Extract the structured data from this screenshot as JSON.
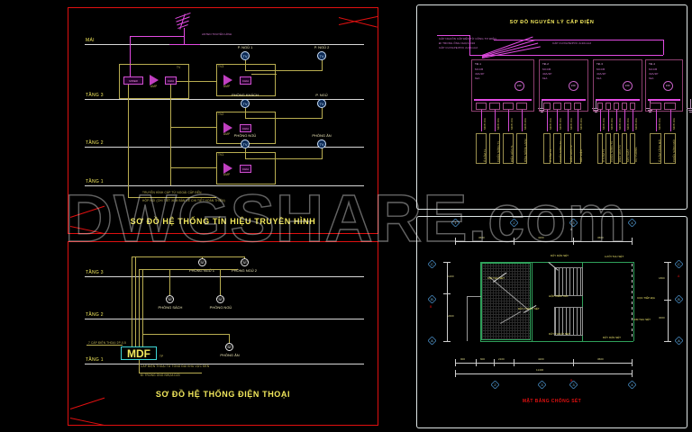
{
  "app": {
    "background": "#000000",
    "watermark": "DWGSHARE.com"
  },
  "colors": {
    "frame_red": "#e01010",
    "frame_white": "#dfe6e6",
    "title_yellow": "#f2e85c",
    "wire_yellow": "#b9ad51",
    "wire_magenta": "#e24ae2",
    "wire_green": "#2fa05a",
    "node_blue": "#bfe0ff",
    "mdf_cyan": "#3fd7d7",
    "plan_red": "#e01010"
  },
  "panels": {
    "tv": {
      "title": "SƠ ĐỒ HỆ THỐNG TÍN HIỆU TRUYỀN HÌNH",
      "floors": [
        "MÁI",
        "TẦNG 3",
        "TẦNG 2",
        "TẦNG 1"
      ],
      "antenna_label": "ANTEN TRUYỀN HÌNH",
      "equipment": [
        {
          "tag": "TV",
          "mixer": "MIXER",
          "amp": "AMP",
          "splitter": "CHIA"
        },
        {
          "tag": "TV3",
          "amp": "AMP",
          "splitter": "CHIA"
        },
        {
          "tag": "TV2",
          "amp": "AMP",
          "splitter": "CHIA"
        },
        {
          "tag": "TV1",
          "amp": "AMP",
          "splitter": "CHIA"
        }
      ],
      "outlets": [
        {
          "label": "P. NGỦ 1",
          "symbol": "TV",
          "floor": "TẦNG 3"
        },
        {
          "label": "P. NGỦ 2",
          "symbol": "TV",
          "floor": "TẦNG 3"
        },
        {
          "label": "PHÒNG KHÁCH",
          "symbol": "TV",
          "floor": "TẦNG 2"
        },
        {
          "label": "P. NGỦ",
          "symbol": "TV",
          "floor": "TẦNG 2"
        },
        {
          "label": "PHÒNG NGỦ",
          "symbol": "TV",
          "floor": "TẦNG 1"
        },
        {
          "label": "PHÒNG ĂN",
          "symbol": "TV",
          "floor": "TẦNG 1"
        }
      ],
      "notes": [
        "TRUYỀN HÌNH CÁP TỪ NGOÀI CẤP ĐẾN",
        "HỘP NỐI (CHI TIẾT XEM BẢN VẼ CHI TIẾT HOÀN THIỆN)"
      ]
    },
    "telephone": {
      "title": "SƠ ĐỒ HỆ THỐNG ĐIỆN THOẠI",
      "floors": [
        "TẦNG 3",
        "TẦNG 2",
        "TẦNG 1"
      ],
      "mdf_label": "MDF",
      "mdf_note": "TP",
      "cable_label": "7 CÁP ĐIỆN THOẠI 2P-0.5",
      "incoming_note": "CÁP ĐIỆN THOẠI TỪ TỔNG ĐÀI KHU VỰC ĐẾN",
      "incoming_note2": "ĐI TRONG ỐNG NHỰA D20",
      "outlets": [
        {
          "label": "PHÒNG NGỦ 1",
          "floor": "TẦNG 3"
        },
        {
          "label": "PHÒNG NGỦ 2",
          "floor": "TẦNG 3"
        },
        {
          "label": "PHÒNG SÁCH",
          "floor": "TẦNG 2"
        },
        {
          "label": "PHÒNG NGỦ",
          "floor": "TẦNG 2"
        },
        {
          "label": "PHÒNG ĂN",
          "floor": "TẦNG 1"
        }
      ]
    },
    "power": {
      "title": "SƠ ĐỒ NGUYÊN LÝ CẤP ĐIỆN",
      "feeder_notes": [
        "CÁP NGUỒN CẤP ĐẾN TỪ CÔNG TƠ ĐIỆN",
        "ĐI TRONG ỐNG NHỰA D32",
        "CÁP CU/XLPE/PVC 2x10mm2"
      ],
      "boards": [
        {
          "tag": "TĐ-1",
          "sublabels": [
            "MCCB",
            "40A/2P",
            "6kA"
          ],
          "meter": "kWh",
          "circuits": [
            {
              "breaker": "MCB 16A",
              "load": "Ổ CẮM T1"
            },
            {
              "breaker": "MCB 10A",
              "load": "CHIẾU SÁNG T1"
            },
            {
              "breaker": "MCB 16A",
              "load": "ĐIỀU HÒA T1"
            },
            {
              "breaker": "MCB 20A",
              "load": "BÌNH NÓNG LẠNH"
            }
          ]
        },
        {
          "tag": "TĐ-2",
          "sublabels": [
            "MCCB",
            "40A/2P",
            "6kA"
          ],
          "meter": "kWh",
          "circuits": [
            {
              "breaker": "MCB 16A",
              "load": "Ổ CẮM T2"
            },
            {
              "breaker": "MCB 10A",
              "load": "CHIẾU SÁNG T2"
            },
            {
              "breaker": "MCB 16A",
              "load": "ĐIỀU HÒA T2"
            },
            {
              "breaker": "MCB 20A",
              "load": "BẾP ĐIỆN"
            }
          ]
        },
        {
          "tag": "TĐ-3",
          "sublabels": [
            "MCCB",
            "40A/2P",
            "6kA"
          ],
          "meter": "kWh",
          "circuits": [
            {
              "breaker": "MCB 16A",
              "load": "Ổ CẮM T3"
            },
            {
              "breaker": "MCB 10A",
              "load": "CHIẾU SÁNG T3"
            },
            {
              "breaker": "MCB 16A",
              "load": "ĐIỀU HÒA T3"
            },
            {
              "breaker": "MCB 16A",
              "load": "MÁY GIẶT"
            },
            {
              "breaker": "MCB 20A",
              "load": "DỰ PHÒNG"
            }
          ]
        },
        {
          "tag": "TĐ-4",
          "sublabels": [
            "MCCB",
            "32A/2P",
            "6kA"
          ],
          "meter": "kWh",
          "circuits": [
            {
              "breaker": "MCB 16A",
              "load": "Ổ CẮM TẦNG MÁI"
            },
            {
              "breaker": "MCB 10A",
              "load": "CHIẾU SÁNG MÁI"
            }
          ]
        }
      ]
    },
    "plan": {
      "title": "MẶT BẰNG CHỐNG SÉT",
      "grid_top": [
        "1",
        "2",
        "3",
        "4"
      ],
      "grid_bottom": [
        "1",
        "2",
        "3",
        "4"
      ],
      "grid_left": [
        "A",
        "B",
        "C"
      ],
      "grid_right": [
        "A",
        "B",
        "C"
      ],
      "dims_top": [
        "3600",
        "4200",
        "3600"
      ],
      "dims_bottom": [
        "900",
        "600",
        "2100",
        "4200",
        "3600"
      ],
      "dim_total": "11400",
      "dims_left": [
        "1200",
        "2400",
        "1200"
      ],
      "dims_right": [
        "1800",
        "3000"
      ],
      "annotations": [
        "KIM THU SÉT",
        "DÂY THOÁT SÉT",
        "DÂY DẪN SÉT",
        "LƯỚI THU SÉT",
        "CỌC TIẾP ĐỊA",
        "HỘP KIỂM TRA"
      ],
      "section_marks": [
        "A",
        "B"
      ]
    }
  }
}
